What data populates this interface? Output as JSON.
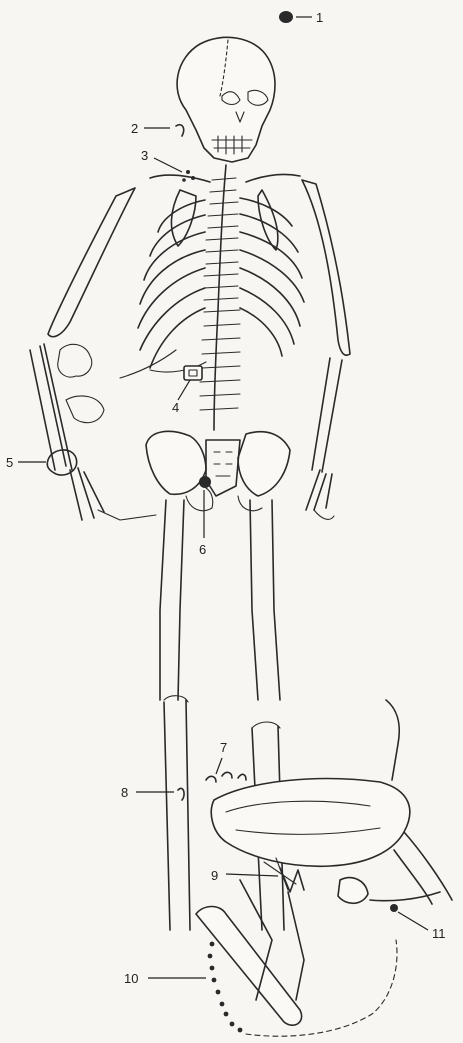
{
  "diagram": {
    "labels": [
      {
        "id": "1",
        "text": "1"
      },
      {
        "id": "2",
        "text": "2"
      },
      {
        "id": "3",
        "text": "3"
      },
      {
        "id": "4",
        "text": "4"
      },
      {
        "id": "5",
        "text": "5"
      },
      {
        "id": "6",
        "text": "6"
      },
      {
        "id": "7",
        "text": "7"
      },
      {
        "id": "8",
        "text": "8"
      },
      {
        "id": "9",
        "text": "9"
      },
      {
        "id": "10",
        "text": "10"
      },
      {
        "id": "11",
        "text": "11"
      }
    ],
    "colors": {
      "ink": "#2a2a2a",
      "paper": "#f7f6f3"
    }
  }
}
